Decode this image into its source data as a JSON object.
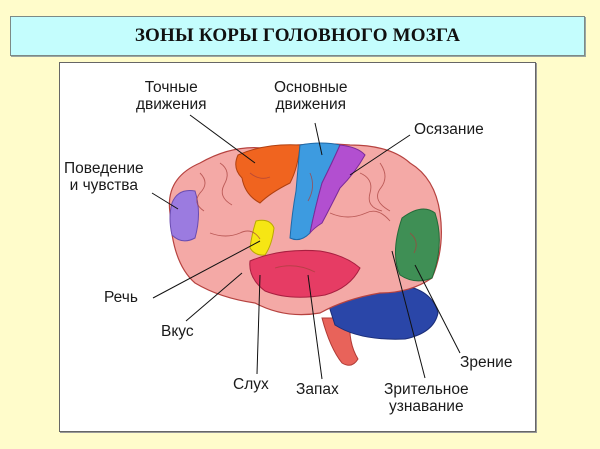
{
  "title": "ЗОНЫ КОРЫ ГОЛОВНОГО МОЗГА",
  "diagram": {
    "subject": "brain-cortex-zones",
    "labels": {
      "fine_movements": {
        "line1": "Точные",
        "line2": "движения"
      },
      "basic_movements": {
        "line1": "Основные",
        "line2": "движения"
      },
      "touch": "Осязание",
      "behavior": {
        "line1": "Поведение",
        "line2": "и чувства"
      },
      "speech": "Речь",
      "taste": "Вкус",
      "hearing": "Слух",
      "smell": "Запах",
      "visual_recognition": {
        "line1": "Зрительное",
        "line2": "узнавание"
      },
      "vision": "Зрение"
    },
    "zone_colors": {
      "cortex": "#f4a9a6",
      "fine_movements": "#f0641f",
      "basic_movements": "#3d9be0",
      "touch": "#b24fd0",
      "behavior": "#9b7be0",
      "speech": "#f6e614",
      "temporal": "#e63c64",
      "vision": "#3f8f55",
      "cerebellum": "#2a46a8",
      "brainstem": "#e8635a"
    }
  }
}
